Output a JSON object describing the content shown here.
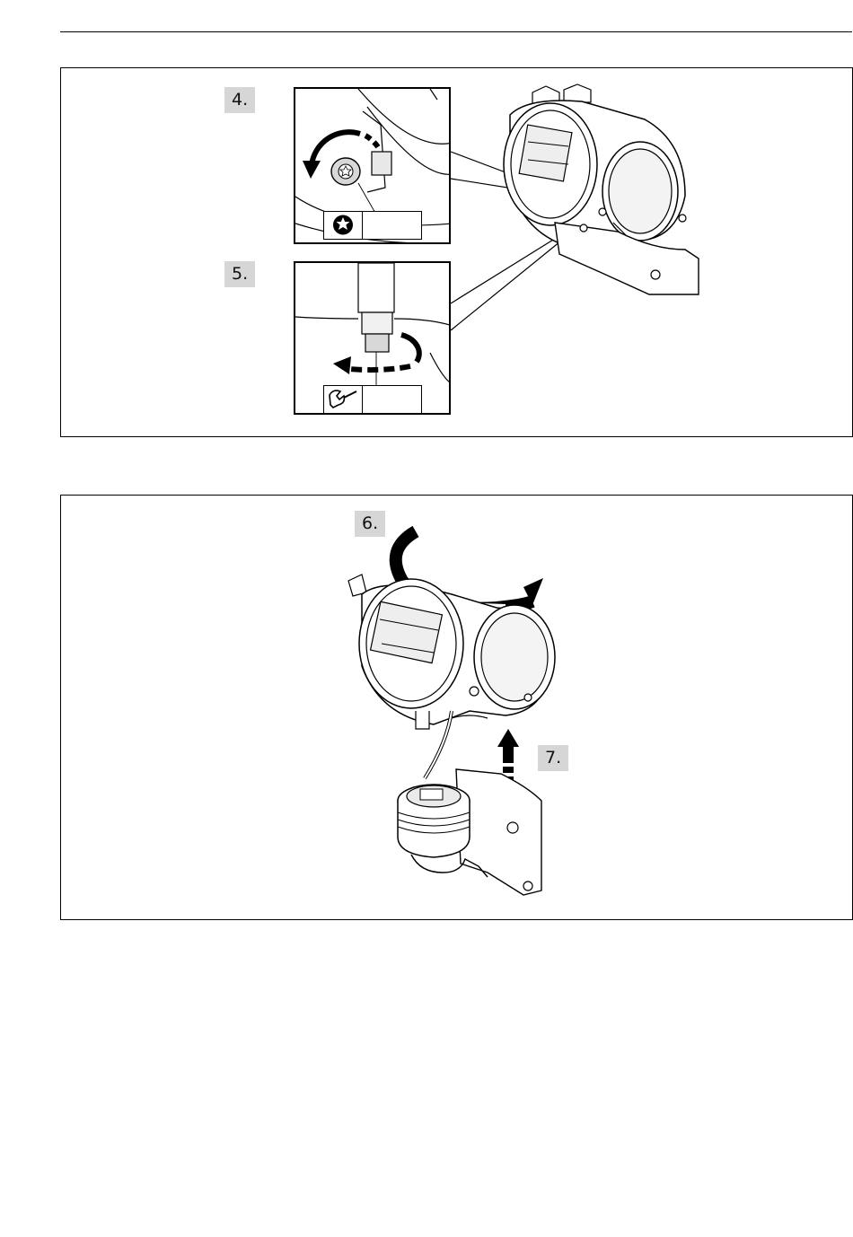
{
  "figure_1": {
    "step_4_label": "4.",
    "step_5_label": "5.",
    "step_4_tool_icon": "torx-bit-icon",
    "step_5_tool_icon": "open-end-wrench-icon"
  },
  "figure_2": {
    "step_6_label": "6.",
    "step_7_label": "7."
  },
  "colors": {
    "line": "#000000",
    "step_badge": "#d6d6d6",
    "background": "#ffffff"
  }
}
